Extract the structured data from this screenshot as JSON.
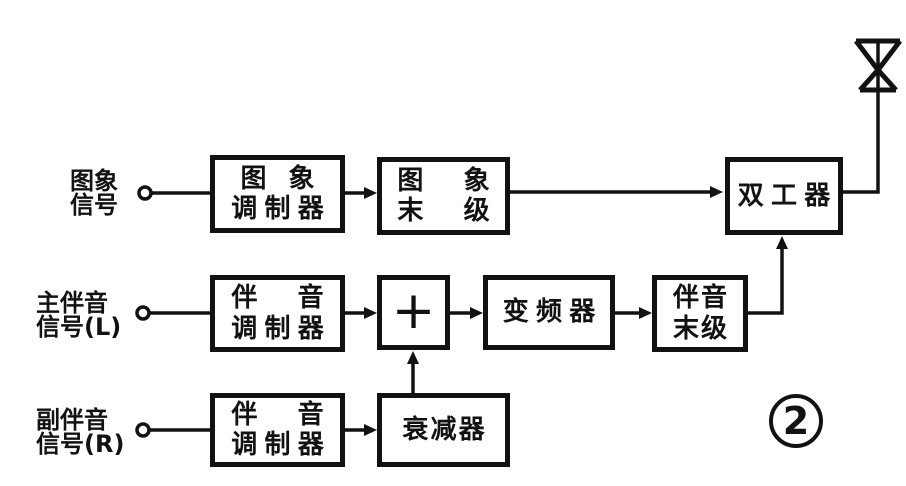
{
  "figure": {
    "number": "2"
  },
  "colors": {
    "ink": "#121212",
    "background": "#ffffff"
  },
  "inputs": [
    {
      "name": "video-signal",
      "line1": "图象",
      "line2": "信号"
    },
    {
      "name": "main-audio-signal",
      "line1": "主伴音",
      "line2": "信号(L)"
    },
    {
      "name": "sub-audio-signal",
      "line1": "副伴音",
      "line2": "信号(R)"
    }
  ],
  "blocks": {
    "image_modulator": {
      "line1": "图象",
      "line2": "调制器"
    },
    "image_final_stage": {
      "line1": "图象",
      "line2": "末级"
    },
    "duplexer": {
      "label": "双工器"
    },
    "audio_modulator_main": {
      "line1": "伴音",
      "line2": "调制器"
    },
    "adder": {
      "symbol": "+"
    },
    "frequency_converter": {
      "label": "变频器"
    },
    "audio_final_stage": {
      "line1": "伴音",
      "line2": "末级"
    },
    "audio_modulator_sub": {
      "line1": "伴音",
      "line2": "调制器"
    },
    "attenuator": {
      "label": "衰减器"
    }
  },
  "icons": {
    "antenna": "antenna-icon"
  }
}
